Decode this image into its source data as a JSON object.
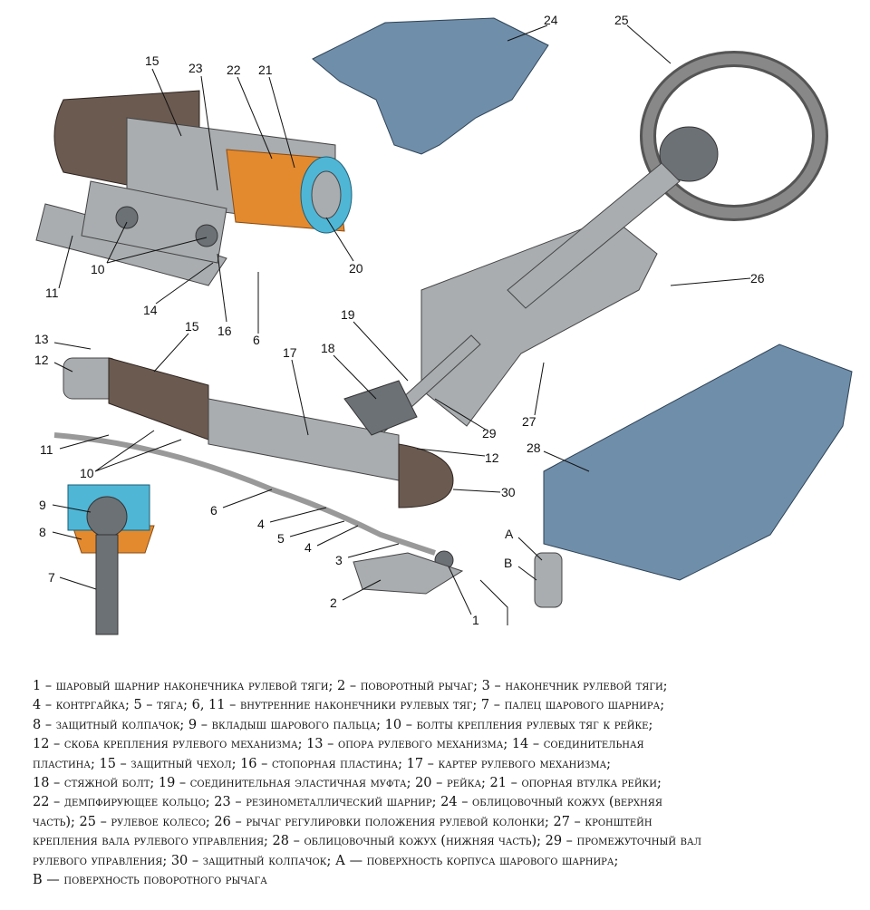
{
  "callouts": {
    "c15a": "15",
    "c23": "23",
    "c22": "22",
    "c21": "21",
    "c11a": "11",
    "c10a": "10",
    "c14": "14",
    "c16": "16",
    "c6a": "6",
    "c20": "20",
    "c24": "24",
    "c25": "25",
    "c26": "26",
    "c13": "13",
    "c12a": "12",
    "c15b": "15",
    "c17": "17",
    "c18": "18",
    "c19": "19",
    "c29": "29",
    "c27": "27",
    "c28": "28",
    "c12b": "12",
    "c30": "30",
    "c11b": "11",
    "c10b": "10",
    "c9": "9",
    "c8": "8",
    "c7": "7",
    "c6b": "6",
    "c4a": "4",
    "c5": "5",
    "c4b": "4",
    "c3": "3",
    "c2": "2",
    "c1": "1",
    "cA": "A",
    "cB": "B"
  },
  "caption": [
    "1 – шаровый шарнир наконечника рулевой тяги; 2 – поворотный рычаг; 3 – наконечник рулевой тяги;",
    "4 – контргайка; 5 – тяга; 6, 11 – внутренние наконечники рулевых тяг; 7 – палец шарового шарнира;",
    "8 – защитный колпачок; 9 – вкладыш шарового пальца; 10 – болты крепления рулевых тяг к рейке;",
    "12 – скоба крепления рулевого механизма; 13 – опора рулевого механизма; 14 – соединительная",
    "пластина; 15 – защитный чехол; 16 – стопорная пластина; 17 – картер рулевого механизма;",
    "18 – стяжной болт; 19 – соединительная эластичная муфта; 20 – рейка; 21 – опорная втулка рейки;",
    "22 – демпфирующее кольцо; 23 – резинометаллический шарнир; 24 – облицовочный кожух (верхняя",
    "часть); 25 – рулевое колесо; 26 – рычаг регулировки положения рулевой колонки; 27 – кронштейн",
    "крепления вала рулевого управления; 28 – облицовочный кожух (нижняя часть); 29 – промежуточный вал",
    "рулевого управления; 30 – защитный колпачок; А — поверхность корпуса шарового шарнира;",
    "В — поверхность поворотного рычага"
  ]
}
